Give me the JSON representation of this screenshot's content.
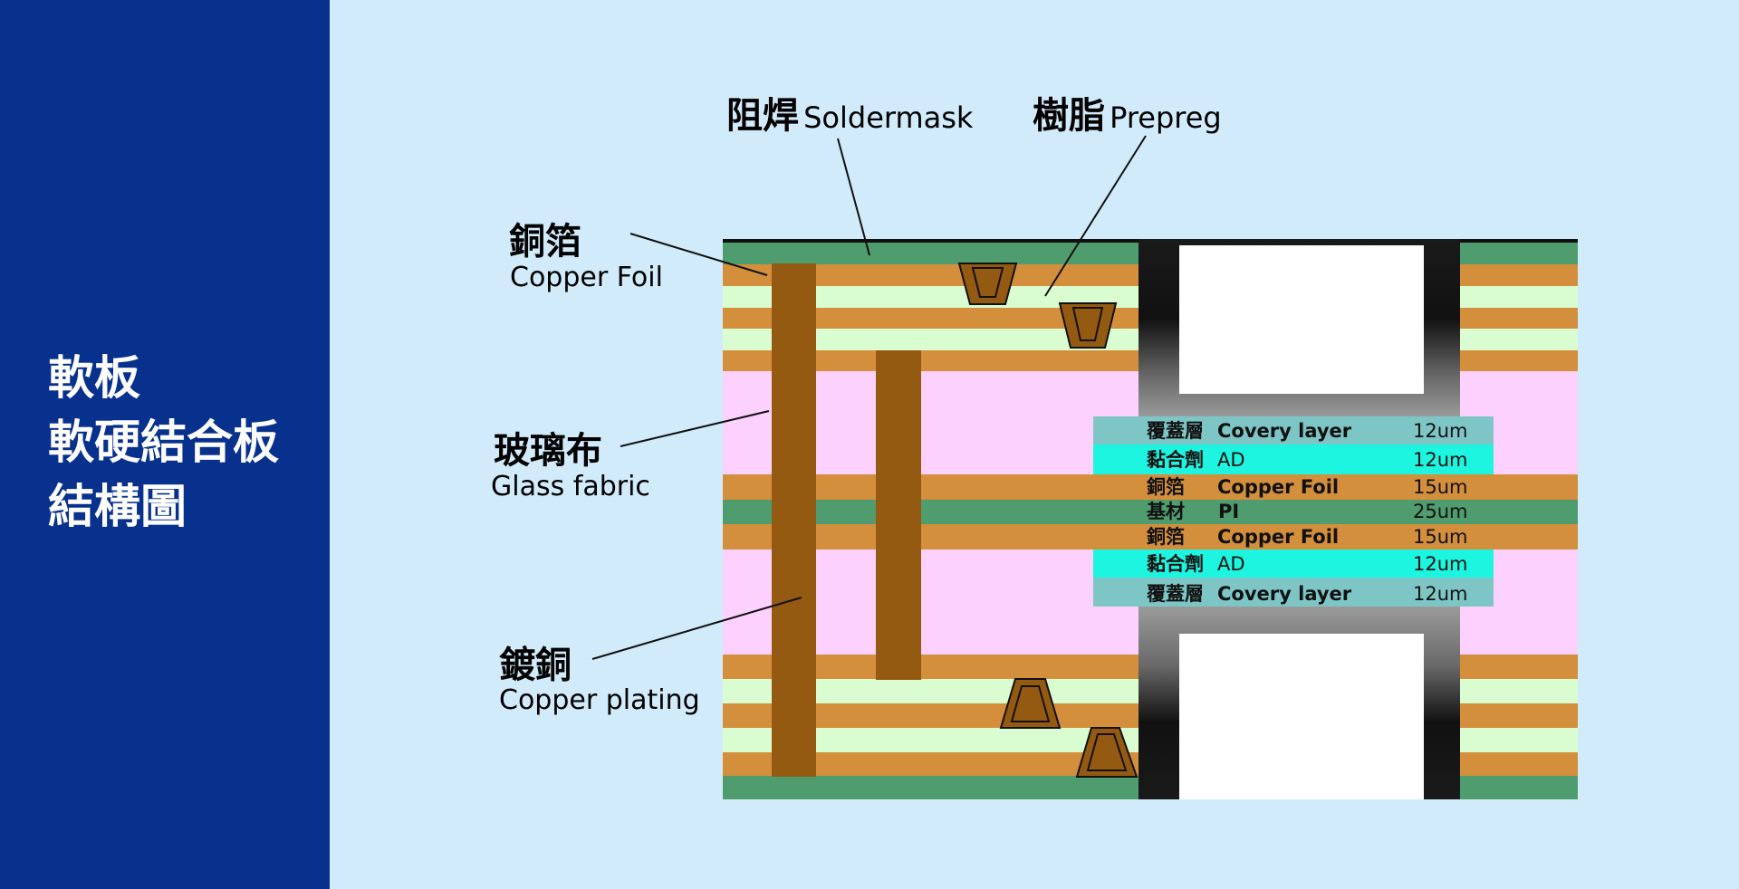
{
  "sidebar": {
    "lines": [
      "軟板",
      "軟硬結合板",
      "結構圖"
    ]
  },
  "callouts": {
    "soldermask": {
      "zh": "阻焊",
      "en": "Soldermask"
    },
    "prepreg": {
      "zh": "樹脂",
      "en": "Prepreg"
    },
    "copper_foil": {
      "zh": "銅箔",
      "en": "Copper Foil"
    },
    "glass_fabric": {
      "zh": "玻璃布",
      "en": "Glass fabric"
    },
    "copper_plating": {
      "zh": "鍍銅",
      "en": "Copper plating"
    }
  },
  "flex_stack": [
    {
      "zh": "覆蓋層",
      "en": "Covery layer",
      "thickness": "12um",
      "color": "#7ec6c6"
    },
    {
      "zh": "黏合劑",
      "en": "AD",
      "thickness": "12um",
      "color": "#1ef5e0"
    },
    {
      "zh": "銅箔",
      "en": "Copper Foil",
      "thickness": "15um",
      "color": "#d48f3c"
    },
    {
      "zh": "基材",
      "en": "PI",
      "thickness": "25um",
      "color": "#4f9c6e"
    },
    {
      "zh": "銅箔",
      "en": "Copper Foil",
      "thickness": "15um",
      "color": "#d48f3c"
    },
    {
      "zh": "黏合劑",
      "en": "AD",
      "thickness": "12um",
      "color": "#1ef5e0"
    },
    {
      "zh": "覆蓋層",
      "en": "Covery layer",
      "thickness": "12um",
      "color": "#7ec6c6"
    }
  ],
  "colors": {
    "sidebar_bg": "#08318d",
    "page_bg": "#d1ebfb",
    "soldermask": "#4f9c6e",
    "copper": "#d48f3c",
    "prepreg": "#d9fdd1",
    "glass_fabric": "#fdd1fd",
    "via_copper": "#955a12"
  }
}
